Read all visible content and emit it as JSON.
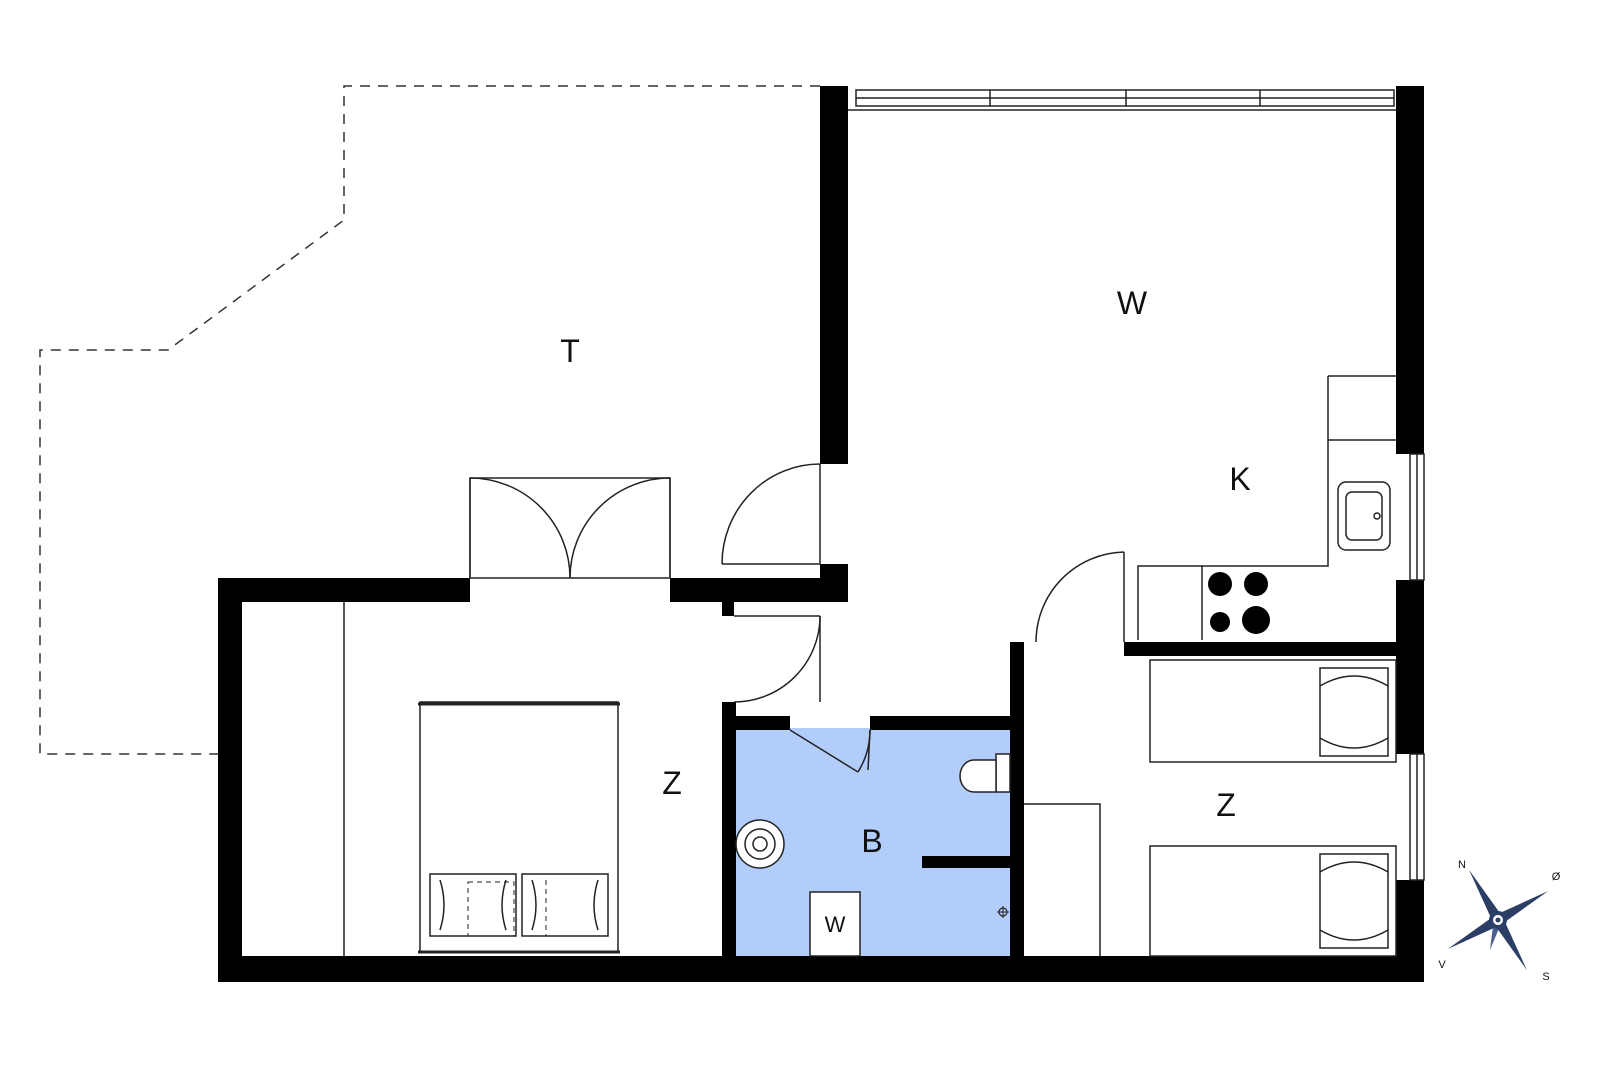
{
  "rooms": {
    "terrace": "T",
    "living": "W",
    "kitchen": "K",
    "bedroom_left": "Z",
    "bedroom_right": "Z",
    "bathroom": "B",
    "washer": "W"
  },
  "compass": {
    "north": "N",
    "east": "Ø",
    "south": "S",
    "west": "V"
  },
  "colors": {
    "wall": "#000000",
    "bathroom_fill": "#b3cdfb",
    "compass_blue": "#2c3e66"
  },
  "icons": [
    "stove-icon",
    "sink-icon",
    "toilet-icon",
    "washbasin-icon",
    "bed-icon",
    "compass-rose-icon"
  ]
}
